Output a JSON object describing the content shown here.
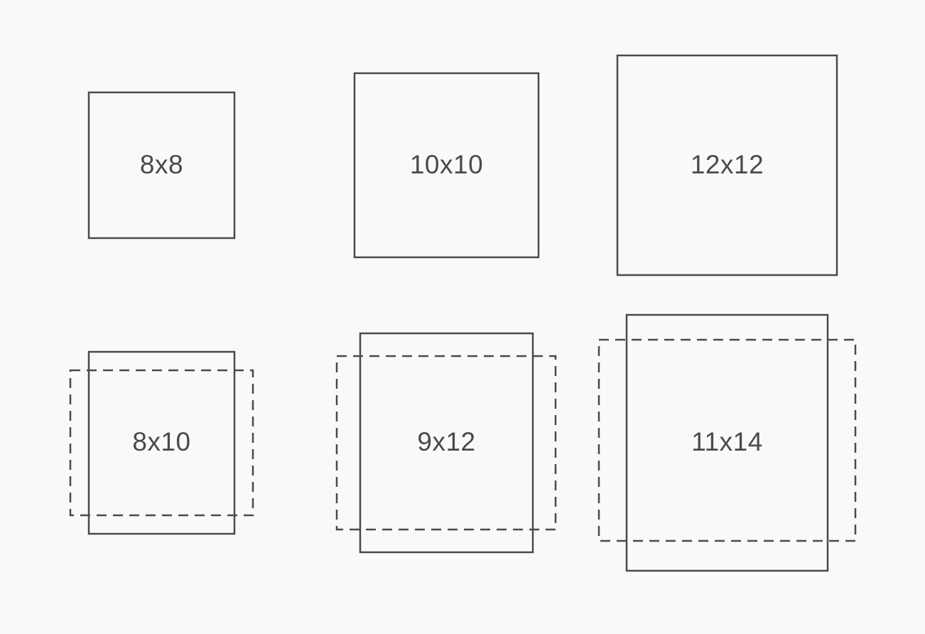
{
  "colors": {
    "background": "#f9f9f9",
    "stroke": "#4a4a4a",
    "text": "#4a4a4a"
  },
  "sizes": [
    {
      "label": "8x8",
      "orientation": "square"
    },
    {
      "label": "10x10",
      "orientation": "square"
    },
    {
      "label": "12x12",
      "orientation": "square"
    },
    {
      "label": "8x10",
      "orientation": "portrait with landscape overlay"
    },
    {
      "label": "9x12",
      "orientation": "portrait with landscape overlay"
    },
    {
      "label": "11x14",
      "orientation": "portrait with landscape overlay"
    }
  ]
}
